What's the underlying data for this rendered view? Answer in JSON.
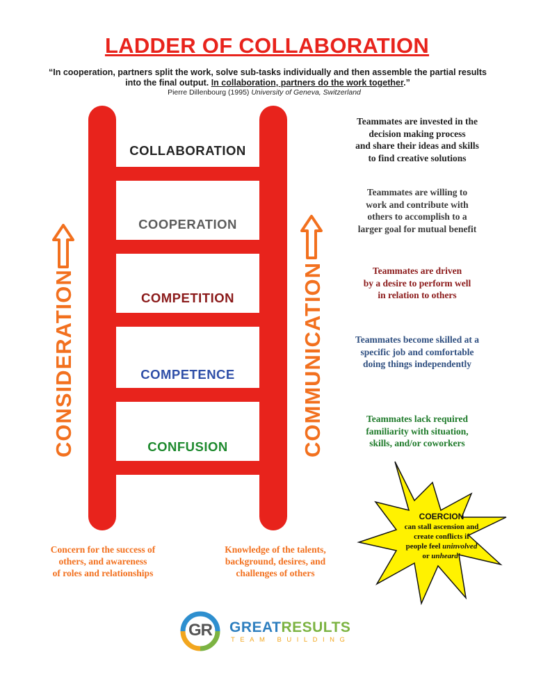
{
  "header": {
    "title": "LADDER OF COLLABORATION",
    "quote_part1": "“In cooperation, partners split the work, solve sub-tasks individually and then assemble the partial results into the final output. ",
    "quote_underlined": "In collaboration, partners do the work together",
    "quote_end": ".”",
    "citation_author": "Pierre Dillenbourg (1995) ",
    "citation_source": "University of Geneva, Switzerland"
  },
  "ladder": {
    "rungs": [
      {
        "label": "COLLABORATION",
        "color": "#222222"
      },
      {
        "label": "COOPERATION",
        "color": "#5c5c5c"
      },
      {
        "label": "COMPETITION",
        "color": "#8b1a1a"
      },
      {
        "label": "COMPETENCE",
        "color": "#2f4fa8"
      },
      {
        "label": "CONFUSION",
        "color": "#1e8a2e"
      }
    ],
    "rail_color": "#e8231c"
  },
  "axes": {
    "left_label": "CONSIDERATION",
    "right_label": "COMMUNICATION",
    "arrow_color": "#f2701e"
  },
  "descriptions": {
    "collaboration": [
      "Teammates are invested in the",
      "decision making process",
      "and share their ideas and skills",
      "to find creative solutions"
    ],
    "cooperation": [
      "Teammates are willing to",
      "work and contribute with",
      "others to accomplish to a",
      "larger goal for mutual benefit"
    ],
    "competition": [
      "Teammates are driven",
      "by a desire to perform well",
      "in relation to others"
    ],
    "competence": [
      "Teammates become skilled at a",
      "specific job and comfortable",
      "doing things independently"
    ],
    "confusion": [
      "Teammates lack required",
      "familiarity with situation,",
      "skills, and/or coworkers"
    ]
  },
  "notes": {
    "left": [
      "Concern for the success of",
      "others, and awareness",
      "of roles and relationships"
    ],
    "right": [
      "Knowledge of the talents,",
      "background, desires, and",
      "challenges of others"
    ]
  },
  "coercion": {
    "title": "COERCION",
    "line1": "can stall ascension and",
    "line2": "create conflicts if",
    "line3_a": "people feel ",
    "line3_b": "uninvolved",
    "line4_a": "or ",
    "line4_b": "unheard",
    "line4_c": "!",
    "star_color": "#fff200"
  },
  "logo": {
    "monogram": "GR",
    "name_a": "GREAT",
    "name_b": "RESULTS",
    "tagline": "TEAM BUILDING"
  }
}
